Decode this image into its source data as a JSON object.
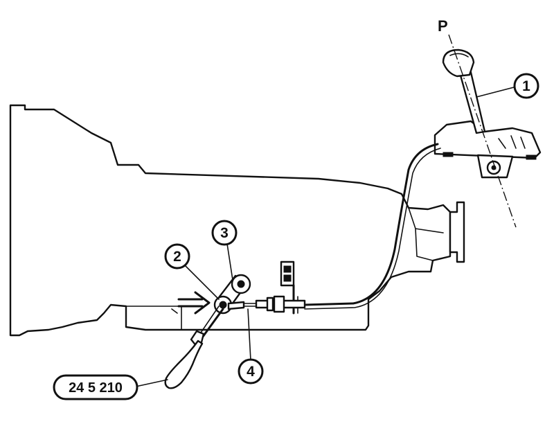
{
  "diagram": {
    "axis_label": "P",
    "callouts": [
      {
        "id": "1",
        "label": "1"
      },
      {
        "id": "2",
        "label": "2"
      },
      {
        "id": "3",
        "label": "3"
      },
      {
        "id": "4",
        "label": "4"
      }
    ],
    "tool_number": "24 5 210",
    "colors": {
      "line": "#111111",
      "background": "#ffffff"
    }
  }
}
